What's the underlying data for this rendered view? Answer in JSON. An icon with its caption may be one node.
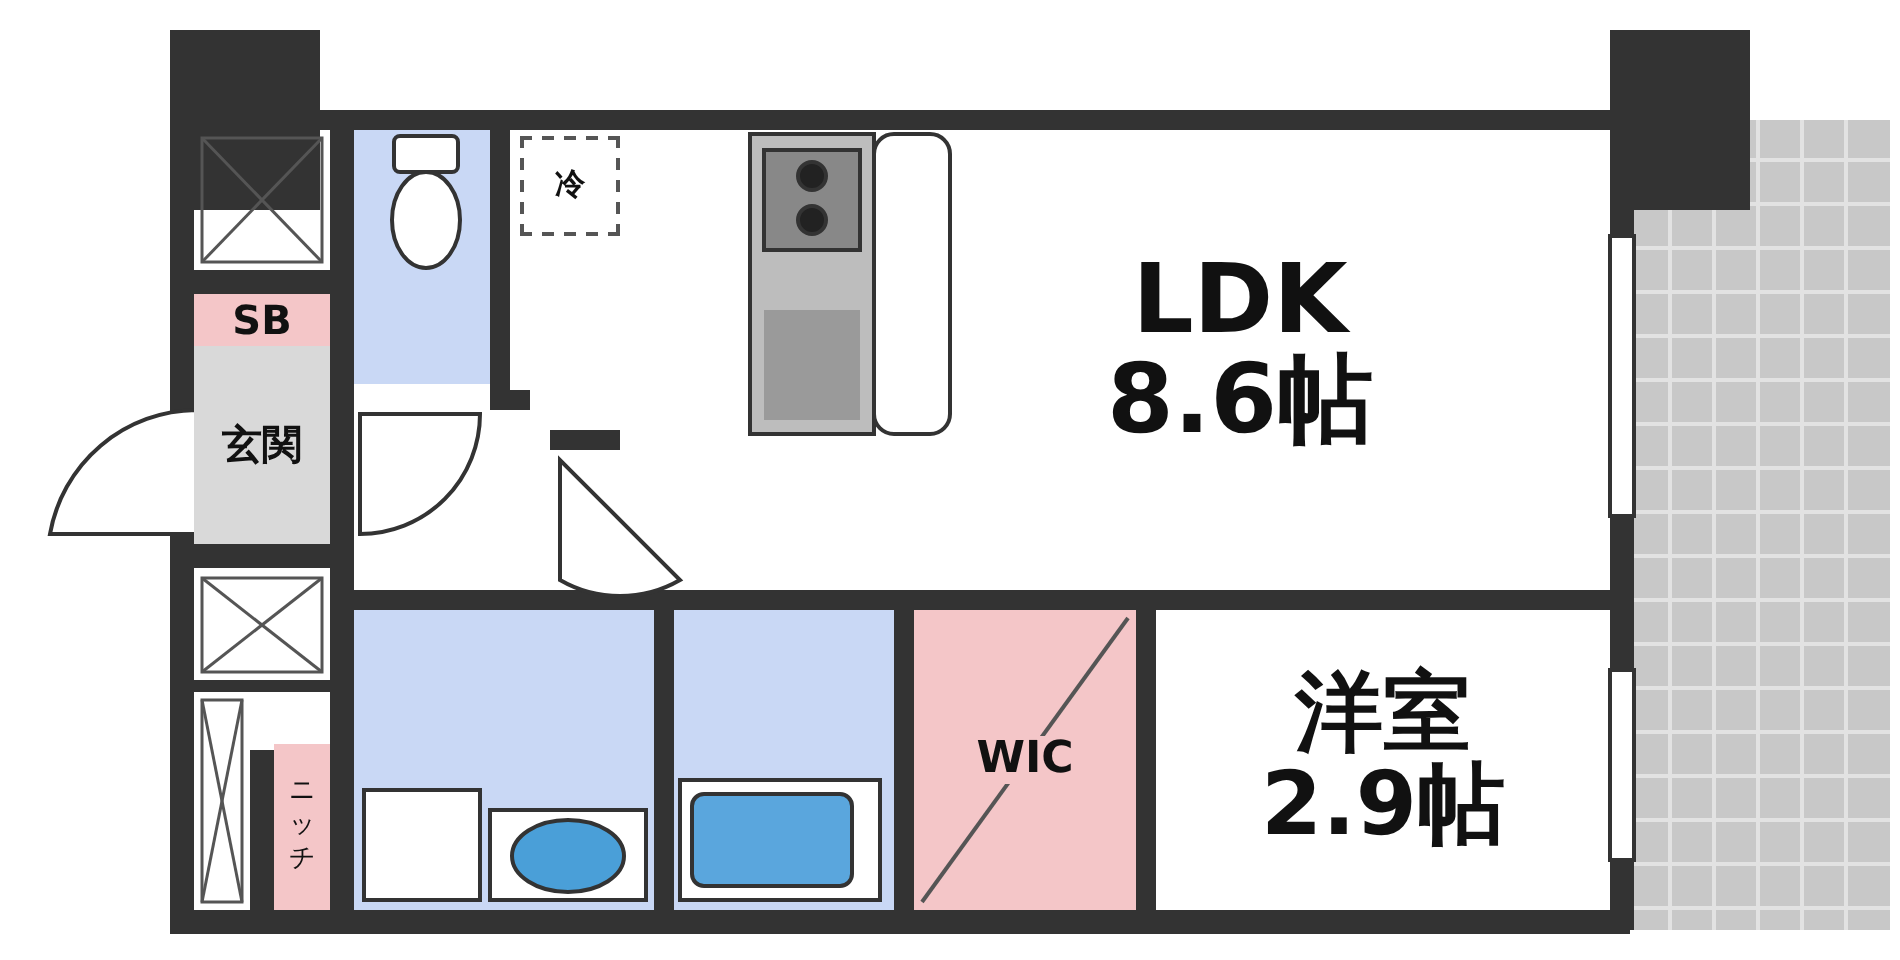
{
  "diagram": {
    "nodes": [
      {
        "text": [
          "SB"
        ]
      },
      {
        "text": [
          "玄関"
        ]
      },
      {
        "text": [
          "冷"
        ]
      },
      {
        "text": [
          "LDK",
          "8.6帖"
        ]
      },
      {
        "text": [
          "WIC"
        ]
      },
      {
        "text": [
          "洋室",
          "2.9帖"
        ]
      },
      {
        "text": [
          "ニッチ"
        ]
      }
    ]
  }
}
